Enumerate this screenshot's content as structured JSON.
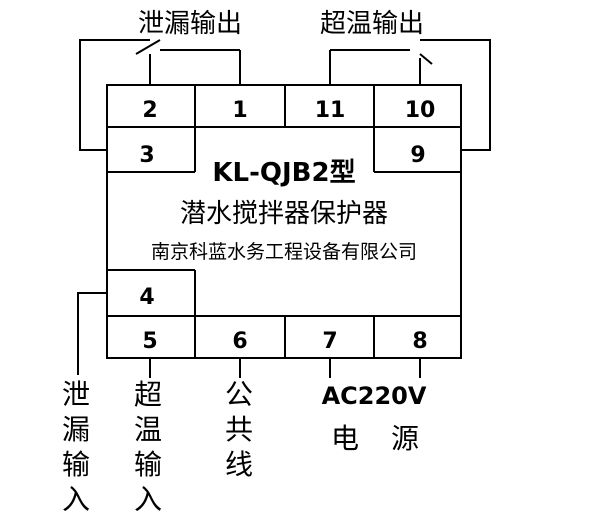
{
  "top_labels": {
    "leak_output": "泄漏输出",
    "overtemp_output": "超温输出"
  },
  "terminals": {
    "t1": "1",
    "t2": "2",
    "t3": "3",
    "t4": "4",
    "t5": "5",
    "t6": "6",
    "t7": "7",
    "t8": "8",
    "t9": "9",
    "t10": "10",
    "t11": "11"
  },
  "panel": {
    "model": "KL-QJB2型",
    "product_name": "潜水搅拌器保护器",
    "company": "南京科蓝水务工程设备有限公司"
  },
  "bottom_labels": {
    "leak_input": [
      "泄",
      "漏",
      "输",
      "入"
    ],
    "overtemp_input": [
      "超",
      "温",
      "输",
      "入"
    ],
    "common_line": [
      "公",
      "共",
      "线"
    ],
    "power_voltage": "AC220V",
    "power_label": [
      "电",
      "源"
    ]
  }
}
